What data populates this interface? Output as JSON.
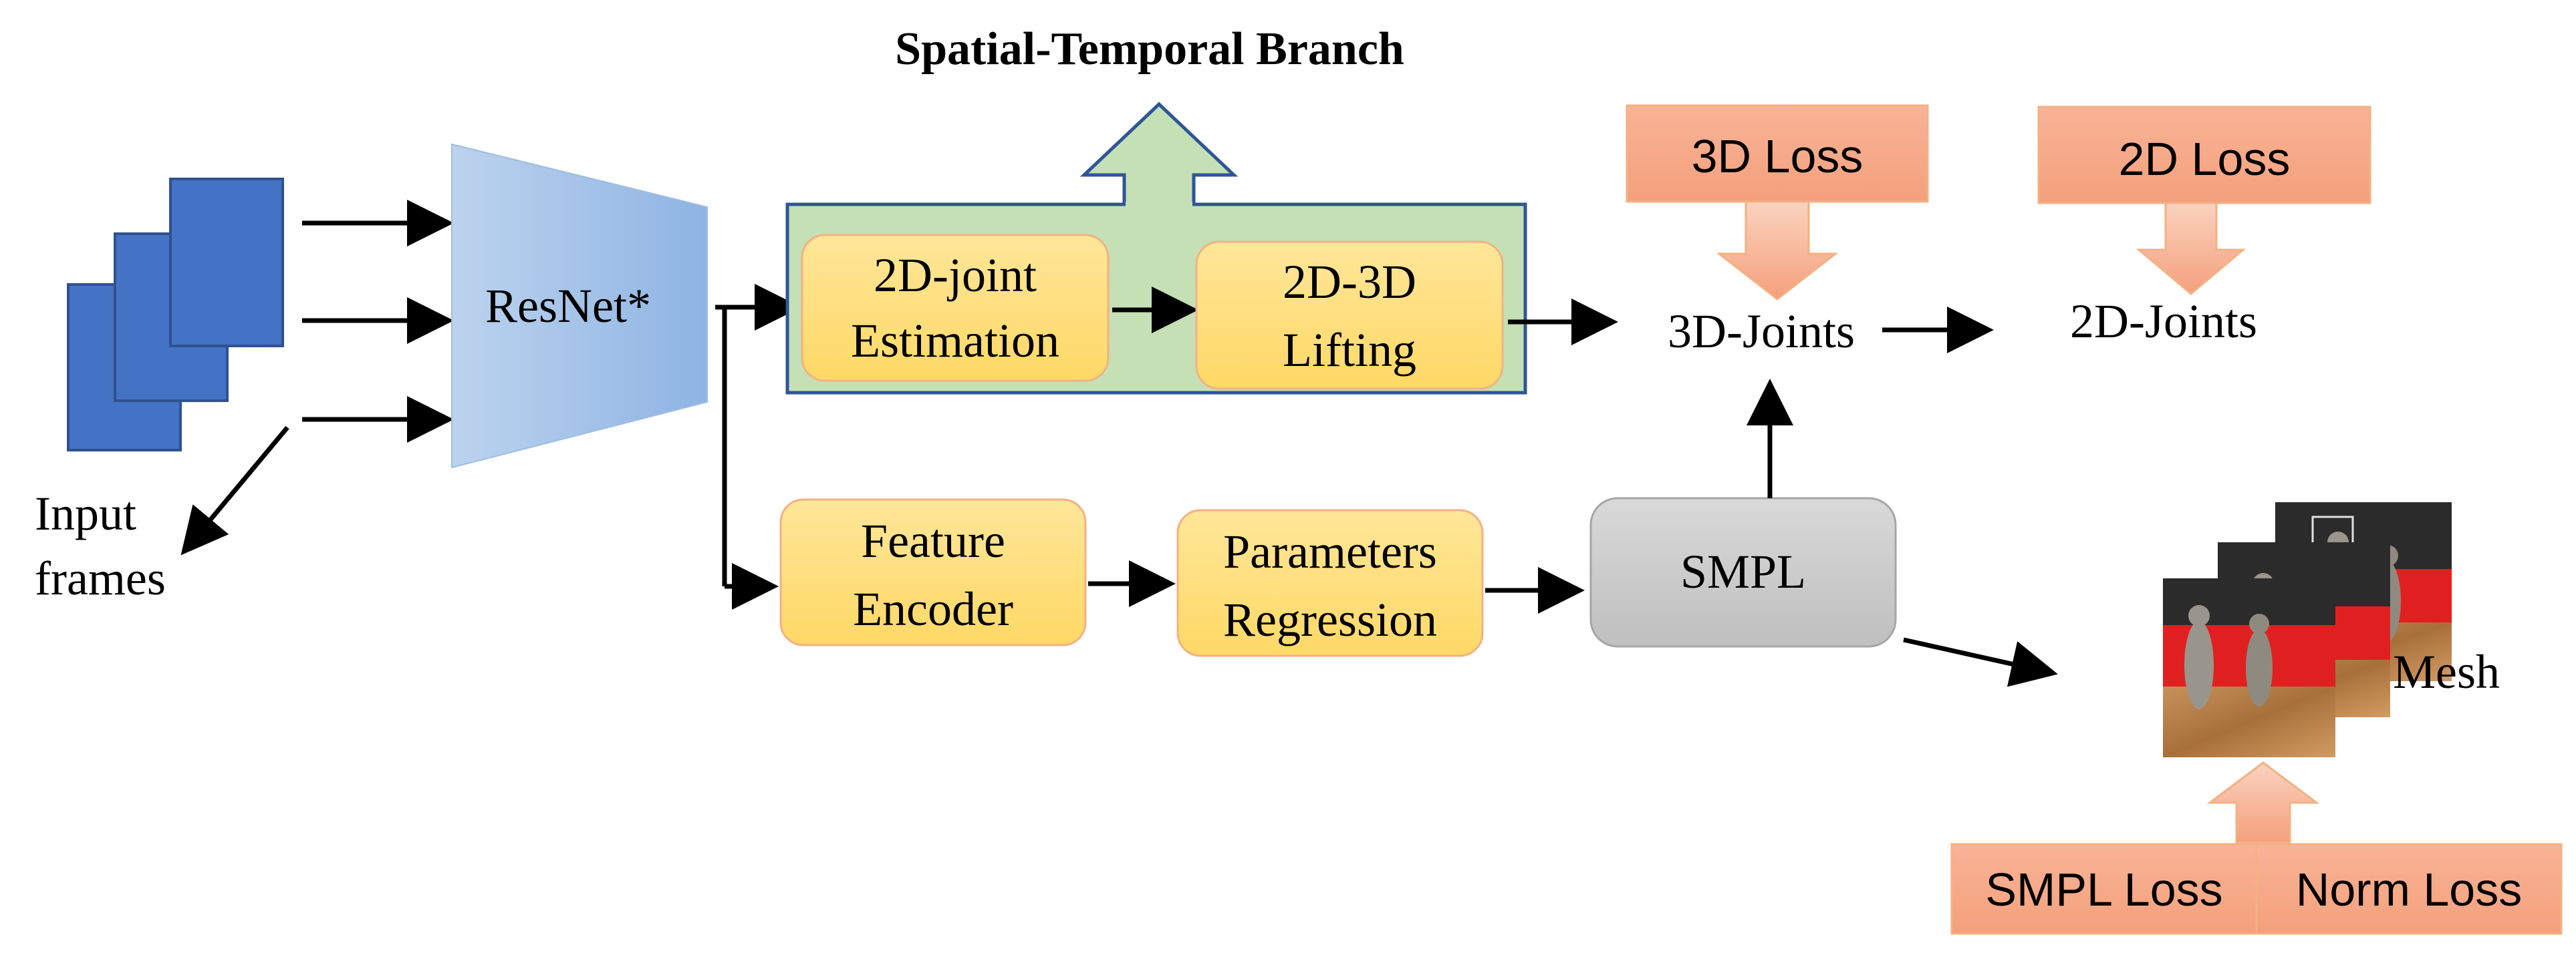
{
  "title": "Spatial-Temporal Branch",
  "input": {
    "label_line1": "Input",
    "label_line2": "frames"
  },
  "backbone": {
    "label": "ResNet*"
  },
  "spatial_temporal": {
    "joint2d": {
      "line1": "2D-joint",
      "line2": "Estimation"
    },
    "lifting": {
      "line1": "2D-3D",
      "line2": "Lifting"
    }
  },
  "encoder": {
    "line1": "Feature",
    "line2": "Encoder"
  },
  "regression": {
    "line1": "Parameters",
    "line2": "Regression"
  },
  "smpl": {
    "label": "SMPL"
  },
  "joints3d": {
    "label": "3D-Joints"
  },
  "joints2d": {
    "label": "2D-Joints"
  },
  "mesh": {
    "label": "Mesh"
  },
  "losses": {
    "loss3d": "3D Loss",
    "loss2d": "2D Loss",
    "smpl_loss": "SMPL Loss",
    "norm_loss": "Norm Loss"
  },
  "colors": {
    "frame_blue": "#4472c4",
    "resnet_light": "#bcd3ee",
    "resnet_dark": "#8eb4e3",
    "branch_green": "#c5e0b4",
    "branch_border": "#2f5597",
    "module_fill": "#ffd966",
    "module_border": "#f4b183",
    "loss_fill": "#f8a98a",
    "loss_border": "#f4b183",
    "smpl_fill": "#c9c9c9",
    "court_red": "#e02020",
    "court_wood": "#b07b45"
  }
}
